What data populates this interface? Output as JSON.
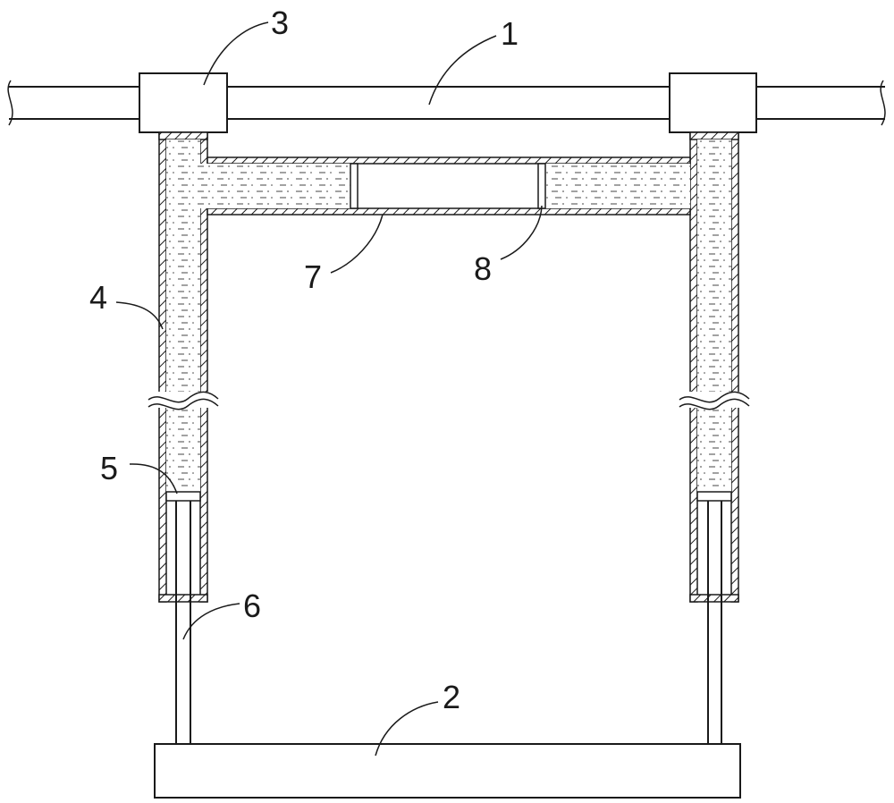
{
  "labels": {
    "rail": "1",
    "base_plate": "2",
    "slider": "3",
    "cylinder": "4",
    "piston": "5",
    "rod": "6",
    "cross_tube": "7",
    "partition": "8"
  },
  "colors": {
    "stroke": "#1a1a1a",
    "background": "#ffffff"
  }
}
